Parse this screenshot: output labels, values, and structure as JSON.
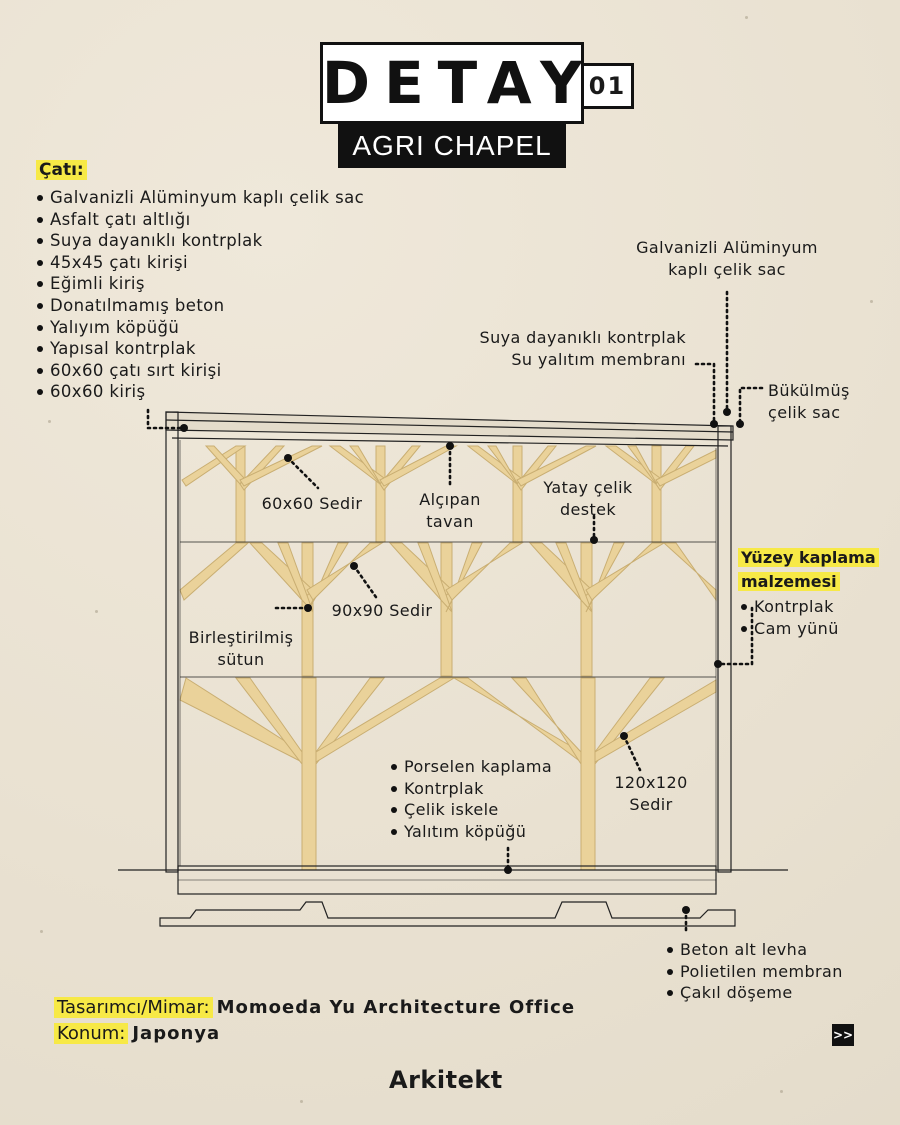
{
  "header": {
    "title": "DETAY",
    "number": "01",
    "subtitle": "AGRI CHAPEL"
  },
  "roof_section": {
    "heading": "Çatı:",
    "items": [
      "Galvanizli Alüminyum kaplı çelik sac",
      "Asfalt çatı altlığı",
      "Suya dayanıklı kontrplak",
      "45x45 çatı kirişi",
      "Eğimli kiriş",
      "Donatılmamış beton",
      "Yalıyım köpüğü",
      "Yapısal kontrplak",
      "60x60 çatı sırt kirişi",
      "60x60 kiriş"
    ]
  },
  "callouts": {
    "galvanized_1": "Galvanizli Alüminyum",
    "galvanized_2": "kaplı çelik sac",
    "plywood": "Suya dayanıklı kontrplak",
    "membrane": "Su yalıtım membranı",
    "bent_1": "Bükülmüş",
    "bent_2": "çelik sac",
    "cedar60": "60x60 Sedir",
    "gypsum_1": "Alçıpan",
    "gypsum_2": "tavan",
    "steel_1": "Yatay çelik",
    "steel_2": "destek",
    "cedar90": "90x90 Sedir",
    "column_1": "Birleştirilmiş",
    "column_2": "sütun",
    "cedar120_1": "120x120",
    "cedar120_2": "Sedir"
  },
  "surface_section": {
    "heading_1": "Yüzey kaplama",
    "heading_2": "malzemesi",
    "items": [
      "Kontrplak",
      "Cam yünü"
    ]
  },
  "floor_items": [
    "Porselen kaplama",
    "Kontrplak",
    "Çelik iskele",
    "Yalıtım köpüğü"
  ],
  "foundation_items": [
    "Beton alt levha",
    "Polietilen membran",
    "Çakıl döşeme"
  ],
  "footer": {
    "designer_label": "Tasarımcı/Mimar:",
    "designer_value": "Momoeda Yu Architecture Office",
    "location_label": "Konum:",
    "location_value": "Japonya",
    "next_label": ">>",
    "brand": "Arkitekt"
  },
  "colors": {
    "background": "#ece5d6",
    "highlight": "#f7e946",
    "wood": "#ead29a",
    "ink": "#1a1a1a"
  }
}
